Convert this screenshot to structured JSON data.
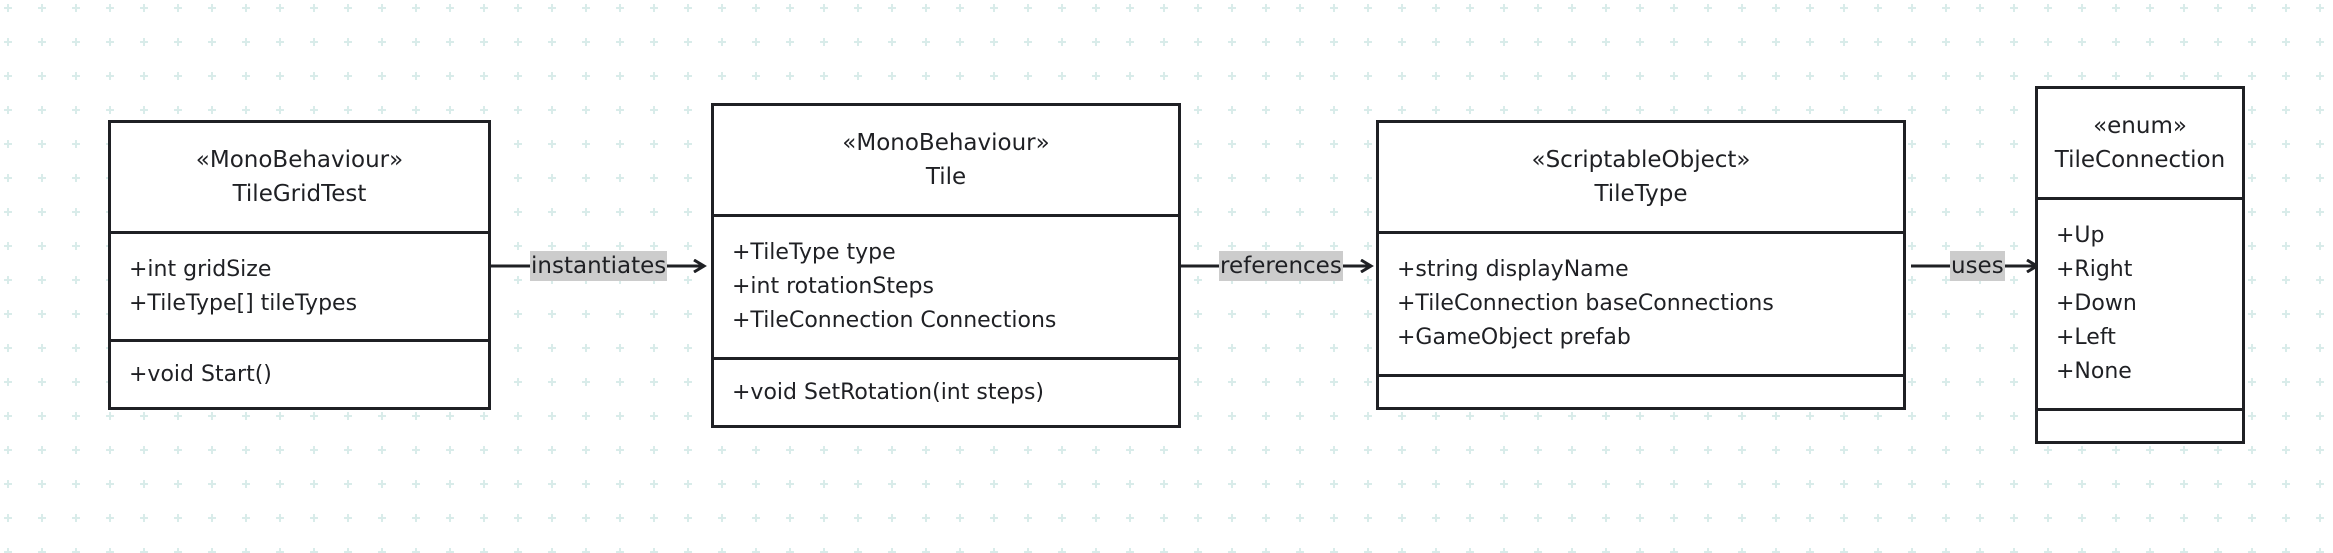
{
  "classes": {
    "tilegridtest": {
      "stereotype": "«MonoBehaviour»",
      "name": "TileGridTest",
      "attributes": [
        "+int gridSize",
        "+TileType[] tileTypes"
      ],
      "methods": [
        "+void Start()"
      ]
    },
    "tile": {
      "stereotype": "«MonoBehaviour»",
      "name": "Tile",
      "attributes": [
        "+TileType type",
        "+int rotationSteps",
        "+TileConnection Connections"
      ],
      "methods": [
        "+void SetRotation(int steps)"
      ]
    },
    "tiletype": {
      "stereotype": "«ScriptableObject»",
      "name": "TileType",
      "attributes": [
        "+string displayName",
        "+TileConnection baseConnections",
        "+GameObject prefab"
      ],
      "methods": []
    },
    "tileconnection": {
      "stereotype": "«enum»",
      "name": "TileConnection",
      "attributes": [
        "+Up",
        "+Right",
        "+Down",
        "+Left",
        "+None"
      ],
      "methods": []
    }
  },
  "relations": [
    {
      "from": "TileGridTest",
      "to": "Tile",
      "label": "instantiates"
    },
    {
      "from": "Tile",
      "to": "TileType",
      "label": "references"
    },
    {
      "from": "TileType",
      "to": "TileConnection",
      "label": "uses"
    }
  ],
  "colors": {
    "line": "#1f2024",
    "background": "#ffffff",
    "grid": "#d9ecea",
    "label_bg": "#cccccc"
  }
}
